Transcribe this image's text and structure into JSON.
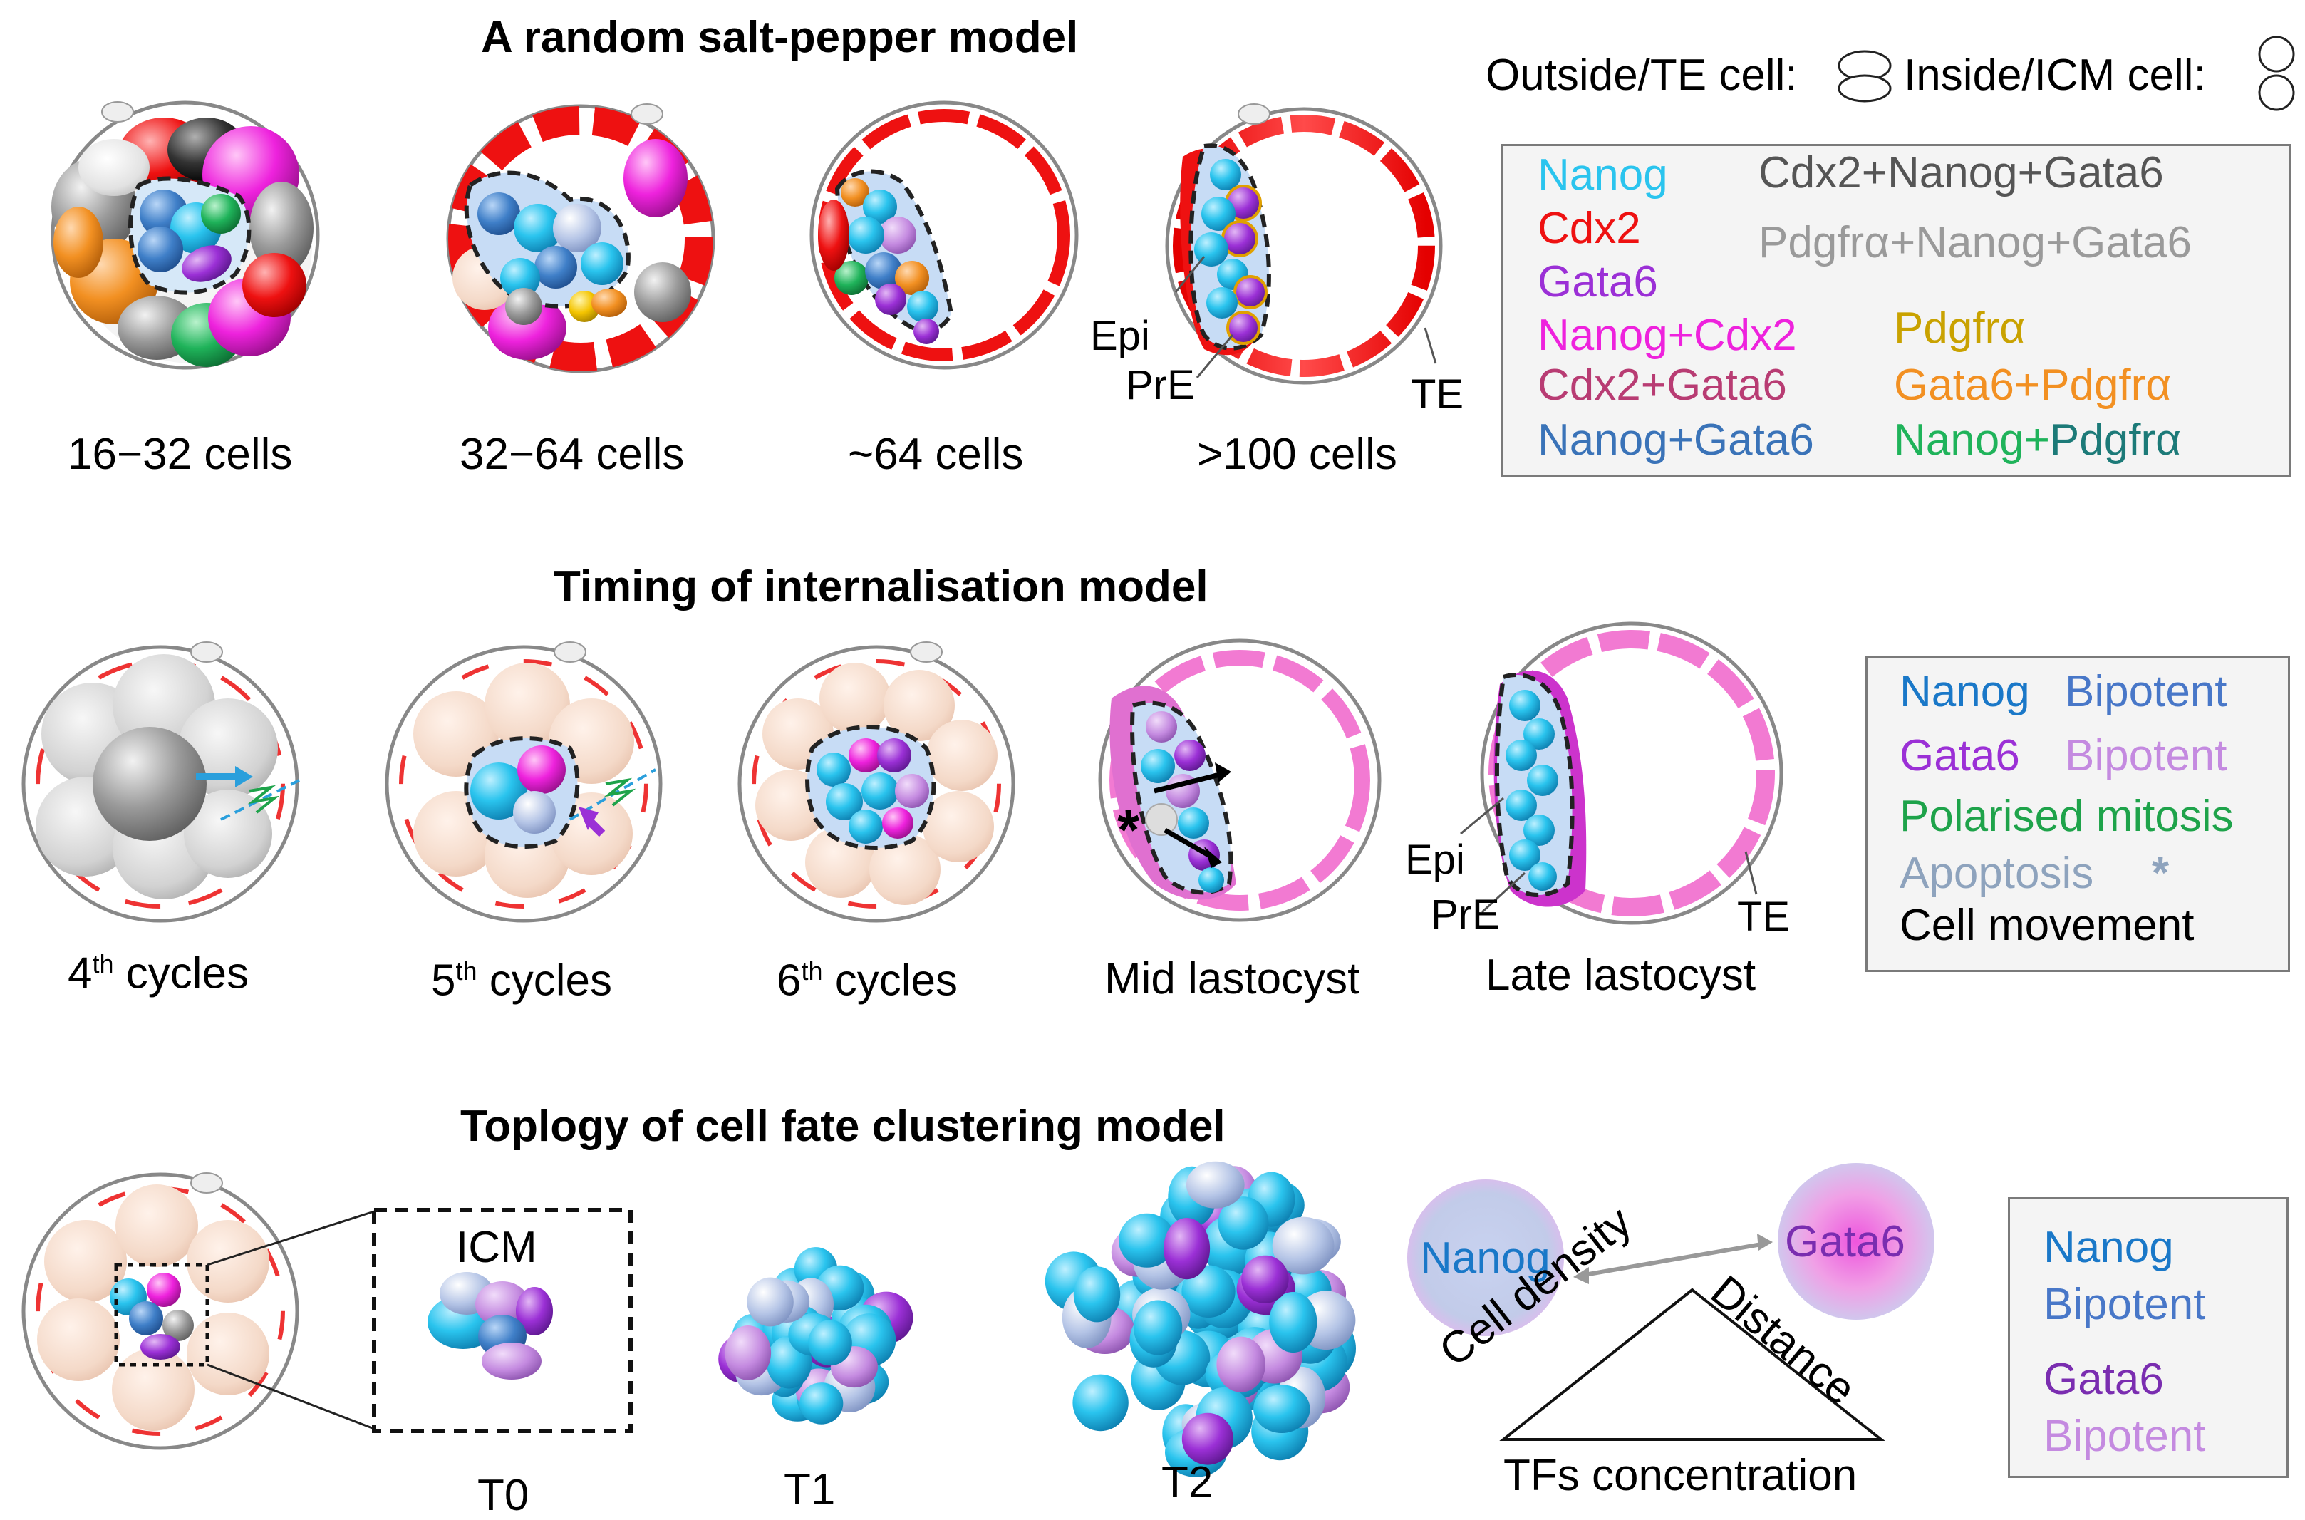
{
  "colors": {
    "nanog": "#2ac4ee",
    "cdx2": "#ee1111",
    "gata6": "#9b30d6",
    "nanog_cdx2": "#ee22dd",
    "cdx2_gata6": "#b83c73",
    "nanog_gata6": "#3a73b8",
    "cdx2_nanog_gata6": "#555555",
    "pdgfra_nanog_gata6": "#9a9a9a",
    "pdgfra": "#c9a200",
    "gata6_pdgfra": "#f29022",
    "nanog_pdgfra": "#1fb35a",
    "bipotent_blue": "#4877c8",
    "bipotent_purple": "#c48ae0",
    "polarised_mitosis": "#1ea34a",
    "apoptosis": "#8ea3bd",
    "te_pink": "#f27ad2"
  },
  "sections": {
    "salt_pepper": {
      "title": "A random salt-pepper model",
      "stages": [
        "16−32 cells",
        "32−64 cells",
        "~64 cells",
        ">100 cells"
      ],
      "annotations": {
        "epi": "Epi",
        "pre": "PrE",
        "te": "TE"
      }
    },
    "timing": {
      "title": "Timing of internalisation model",
      "stages_base": [
        "4",
        "5",
        "6"
      ],
      "stages_sup": [
        "th",
        "th",
        "th"
      ],
      "stages_suffix": [
        " cycles",
        " cycles",
        " cycles"
      ],
      "stages_extra": [
        "Mid lastocyst",
        "Late lastocyst"
      ],
      "annotations": {
        "epi": "Epi",
        "pre": "PrE",
        "te": "TE",
        "asterisk": "*"
      }
    },
    "topology": {
      "title": "Toplogy of cell fate clustering model",
      "icm": "ICM",
      "stages": [
        "T0",
        "T1",
        "T2"
      ],
      "nanog": "Nanog",
      "gata6": "Gata6",
      "cell_density": "Cell density",
      "distance": "Distance",
      "tf": "TFs concentration"
    }
  },
  "cell_key": {
    "outside": "Outside/TE cell:",
    "inside": "Inside/ICM cell:"
  },
  "legend1": {
    "nanog": "Nanog",
    "cdx2": "Cdx2",
    "gata6": "Gata6",
    "nanog_cdx2": "Nanog+Cdx2",
    "cdx2_gata6": "Cdx2+Gata6",
    "nanog_gata6": "Nanog+Gata6",
    "cdx2_nanog_gata6": "Cdx2+Nanog+Gata6",
    "pdgfra_nanog_gata6": "Pdgfrα+Nanog+Gata6",
    "pdgfra": "Pdgfrα",
    "gata6_pdgfra": "Gata6+Pdgfrα",
    "nanog_pdgfra_a": "Nanog+",
    "nanog_pdgfra_b": "Pdgfrα"
  },
  "legend2": {
    "nanog": "Nanog",
    "bipotent1": "Bipotent",
    "gata6": "Gata6",
    "bipotent2": "Bipotent",
    "polarised": "Polarised mitosis",
    "apoptosis": "Apoptosis",
    "asterisk": "*",
    "movement": "Cell movement"
  },
  "legend3": {
    "nanog": "Nanog",
    "bipotent1": "Bipotent",
    "gata6": "Gata6",
    "bipotent2": "Bipotent"
  }
}
